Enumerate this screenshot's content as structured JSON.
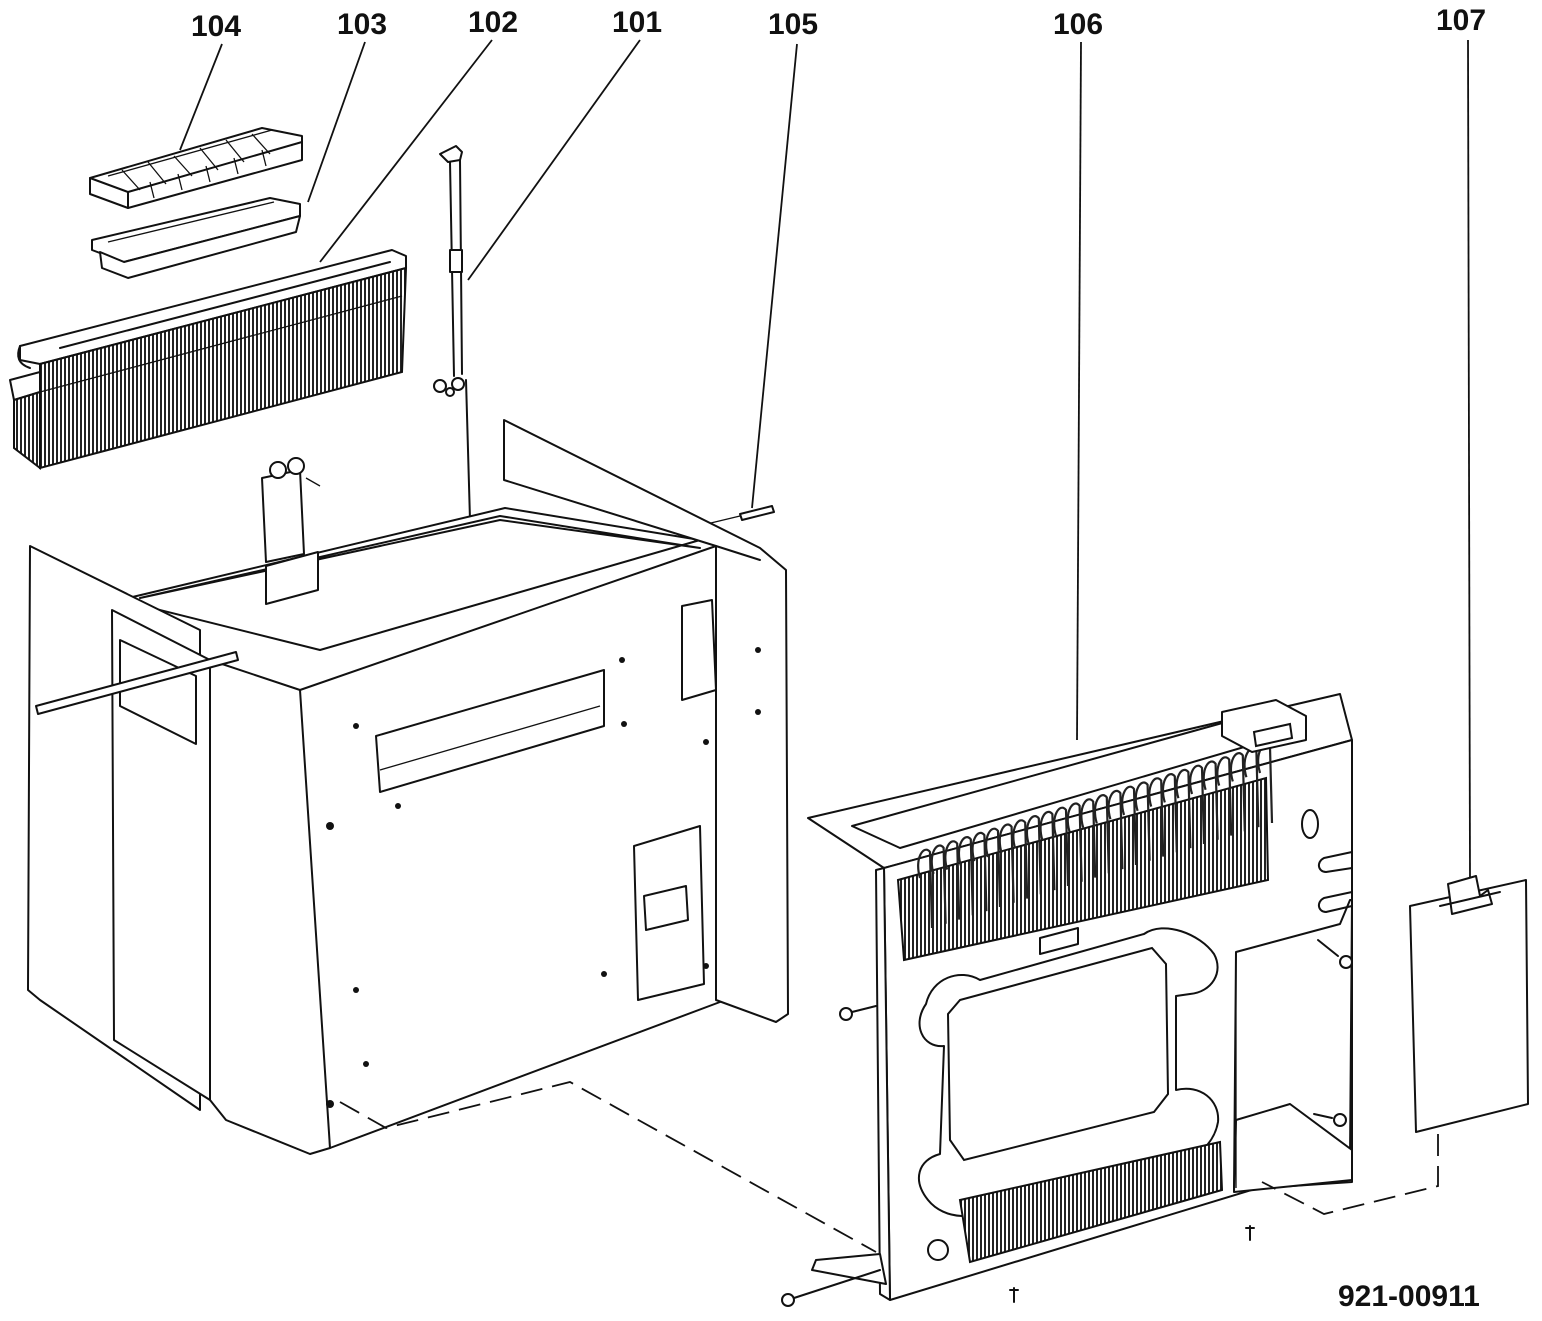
{
  "callouts": [
    {
      "id": "104",
      "label": "104"
    },
    {
      "id": "103",
      "label": "103"
    },
    {
      "id": "102",
      "label": "102"
    },
    {
      "id": "101",
      "label": "101"
    },
    {
      "id": "105",
      "label": "105"
    },
    {
      "id": "106",
      "label": "106"
    },
    {
      "id": "107",
      "label": "107"
    }
  ],
  "document_id": "921-00911"
}
